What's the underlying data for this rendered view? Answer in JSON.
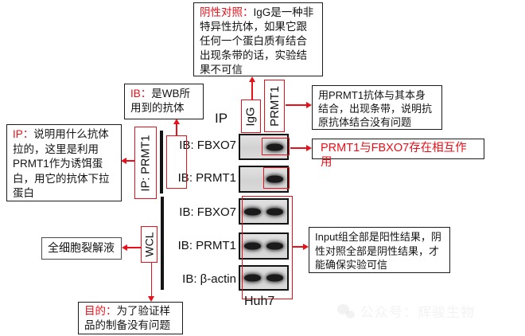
{
  "colors": {
    "accent_red": "#e81019",
    "text_black": "#141414"
  },
  "boxes": {
    "negative_control": {
      "prefix": "阴性对照：",
      "body": "IgG是一种非特异性抗体，如果它跟任何一个蛋白质有结合出现条带的话，实验结果不可信"
    },
    "ib_definition": {
      "prefix": "IB：",
      "body": "是WB所用到的抗体"
    },
    "ip_definition": {
      "prefix": "IP：",
      "body": "说明用什么抗体拉的，这里是利用PRMT1作为诱饵蛋白，用它的抗体下拉蛋白"
    },
    "prmt1_self_binding": {
      "body": "用PRMT1抗体与其本身结合，出现条带，说明抗原抗体结合没有问题"
    },
    "interaction_conclusion": {
      "body": "PRMT1与FBXO7存在相互作用"
    },
    "wcl_definition": {
      "body": "全细胞裂解液"
    },
    "purpose": {
      "prefix": "目的：",
      "body": "为了验证样品的制备没有问题"
    },
    "input_validation": {
      "body": "Input组全部是阳性结果，阴性对照全部是阴性结果，才能确保实验可信"
    }
  },
  "gel": {
    "ip_header": "IP",
    "lane_labels": [
      "IgG",
      "PRMT1"
    ],
    "ip_bracket_label": "IP: PRMT1",
    "wcl_bracket_label": "WCL",
    "cell_line": "Huh7",
    "ip_rows": [
      {
        "label": "IB: FBXO7",
        "bands": [
          false,
          true
        ]
      },
      {
        "label": "IB: PRMT1",
        "bands": [
          false,
          true
        ]
      }
    ],
    "wcl_rows": [
      {
        "label": "IB: FBXO7",
        "bands": [
          true,
          true
        ]
      },
      {
        "label": "IB: PRMT1",
        "bands": [
          true,
          true
        ]
      },
      {
        "label": "IB: β-actin",
        "bands": [
          true,
          true
        ]
      }
    ]
  },
  "watermark": {
    "text": "公众号：辉骏生物",
    "icon": "wechat-icon"
  }
}
